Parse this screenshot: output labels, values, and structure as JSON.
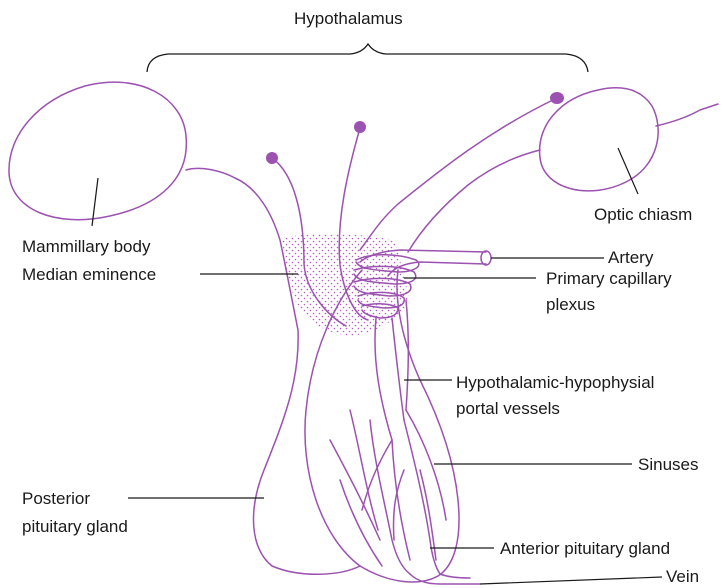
{
  "colors": {
    "structure": "#9b52b0",
    "leader": "#1a1a1a",
    "stipple": "#b45cc0"
  },
  "labels": {
    "hypothalamus": "Hypothalamus",
    "mammillary_body": "Mammillary body",
    "median_eminence": "Median eminence",
    "optic_chiasm": "Optic chiasm",
    "artery": "Artery",
    "primary_capillary_plexus_1": "Primary capillary",
    "primary_capillary_plexus_2": "plexus",
    "portal_vessels_1": "Hypothalamic-hypophysial",
    "portal_vessels_2": "portal vessels",
    "sinuses": "Sinuses",
    "posterior_pituitary_1": "Posterior",
    "posterior_pituitary_2": "pituitary gland",
    "anterior_pituitary": "Anterior pituitary gland",
    "vein": "Vein"
  }
}
